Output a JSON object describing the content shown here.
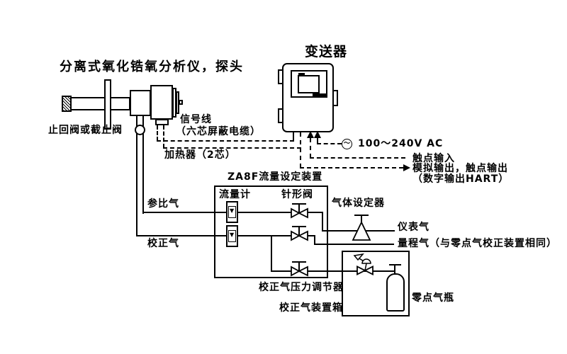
{
  "titles": {
    "probe": "分离式氧化锆氧分析仪，探头",
    "transmitter": "变送器"
  },
  "labels": {
    "check_valve": "止回阀或截止阀",
    "signal_line": "信号线",
    "signal_cable": "（六芯屏蔽电缆）",
    "heater": "加热器（2芯）",
    "ac_power": "100～240V AC",
    "contact_input": "触点输入",
    "analog_output": "模拟输出，触点输出",
    "digital_output_hart": "（数字输出HART）",
    "flow_device": "ZA8F流量设定装置",
    "flowmeter": "流量计",
    "needle_valve": "针形阀",
    "reference_gas": "参比气",
    "calibration_gas": "校正气",
    "gas_setter": "气体设定器",
    "instrument_gas": "仪表气",
    "span_gas": "量程气（与零点气校正装置相同）",
    "pressure_regulator": "校正气压力调节器",
    "calibration_box": "校正气装置箱",
    "zero_gas_cylinder": "零点气瓶"
  },
  "icons": {
    "flowmeter_float": "▼",
    "ac_wave": "～"
  },
  "colors": {
    "line": "#000000",
    "background": "#ffffff"
  }
}
